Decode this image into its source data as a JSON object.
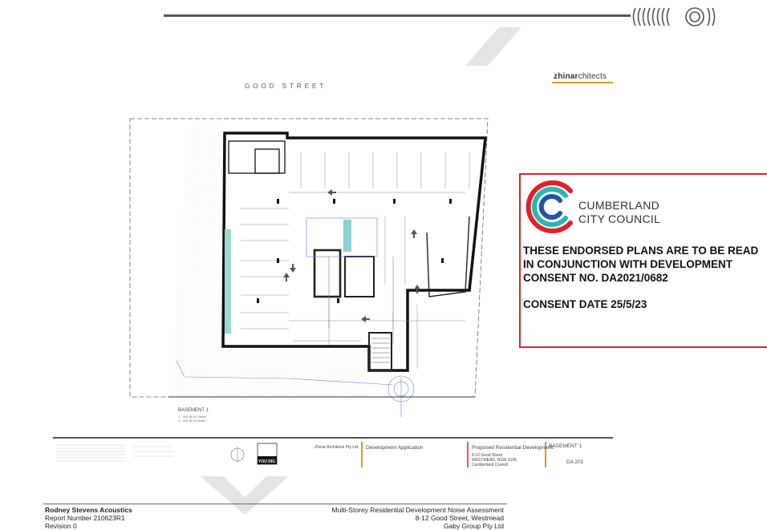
{
  "header": {
    "logo_icon": "acoustic-waves-icon"
  },
  "architect": {
    "name_bold": "zhinar",
    "name_rest": "chitects",
    "accent_color": "#d99a2b"
  },
  "plan": {
    "street_label": "GOOD    STREET",
    "basement_label": "BASEMENT 1",
    "basement_sub_1": "1 : 200 @ A1 Sheet",
    "basement_sub_2": "1 : 400 @ A3 sheet"
  },
  "council_stamp": {
    "border_color": "#e0212b",
    "logo_icon": "cumberland-council-logo-icon",
    "name_line1": "CUMBERLAND",
    "name_line2": "CITY COUNCIL",
    "text_line1": "THESE ENDORSED PLANS ARE TO BE READ",
    "text_line2": "IN CONJUNCTION WITH DEVELOPMENT",
    "text_line3": "CONSENT NO. DA2021/0682",
    "consent_date": "CONSENT DATE 25/5/23"
  },
  "title_block": {
    "stage": "Development Application",
    "project": "Proposed Residential Development",
    "address_1": "8-12 Good Street",
    "address_2": "WESTMEAD, NSW 2145",
    "council": "Cumberland Council",
    "sheet_title": "BASEMENT 1",
    "drawing_no": "DA 201",
    "architect_name": "Zhinar Architects Pty Ltd",
    "dial_text": "YOU DIG"
  },
  "footer": {
    "company": "Rodney Stevens Acoustics",
    "report_number": "Report Number 210623R1",
    "revision": "Revision 0",
    "doc_title": "Multi-Storey Residential Development Noise Assessment",
    "address": "8-12 Good Street, Westmead",
    "client": "Gaby Group Pty Ltd"
  }
}
